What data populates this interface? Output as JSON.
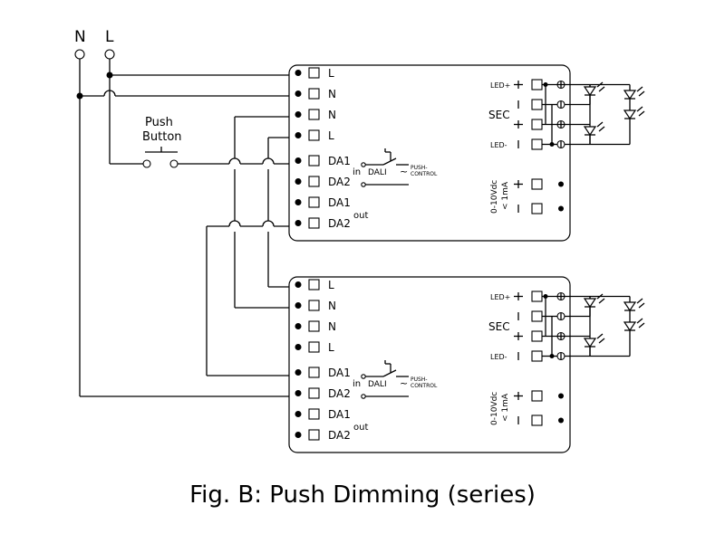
{
  "caption": "Fig. B: Push Dimming (series)",
  "supply": {
    "neutral_label": "N",
    "line_label": "L"
  },
  "push_button": {
    "line1": "Push",
    "line2": "Button"
  },
  "driver": {
    "terminals": [
      "L",
      "N",
      "N",
      "L",
      "DA1",
      "DA2",
      "DA1",
      "DA2"
    ],
    "in_label": "in",
    "out_label": "out",
    "dali_label": "DALI",
    "push_label_1": "PUSH-",
    "push_label_2": "CONTROL",
    "tilde": "~",
    "led_plus": "LED+",
    "led_minus": "LED-",
    "sec_label": "SEC",
    "dim_label_1": "0-10Vdc",
    "dim_label_2": "< 1mA"
  }
}
